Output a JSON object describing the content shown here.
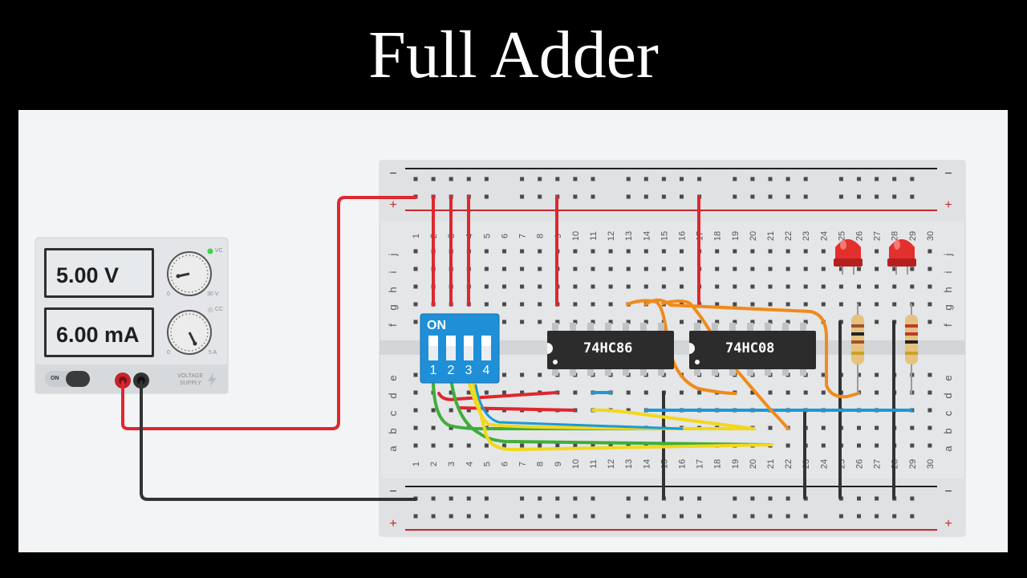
{
  "title": "Full Adder",
  "power_supply": {
    "voltage": "5.00 V",
    "current": "6.00 mA",
    "cv_label": "VC",
    "cc_label": "CC",
    "volt_knob_min": "0",
    "volt_knob_max": "30 V",
    "amp_knob_min": "0",
    "amp_knob_max": "5 A",
    "switch_label": "ON",
    "brand_line1": "VOLTAGE",
    "brand_line2": "SUPPLY"
  },
  "breadboard": {
    "rail_minus": "−",
    "rail_plus": "+",
    "column_numbers": [
      "1",
      "2",
      "3",
      "4",
      "5",
      "6",
      "7",
      "8",
      "9",
      "10",
      "11",
      "12",
      "13",
      "14",
      "15",
      "16",
      "17",
      "18",
      "19",
      "20",
      "21",
      "22",
      "23",
      "24",
      "25",
      "26",
      "27",
      "28",
      "29",
      "30"
    ],
    "row_labels_top": [
      "j",
      "i",
      "h",
      "g",
      "f"
    ],
    "row_labels_bottom": [
      "e",
      "d",
      "c",
      "b",
      "a"
    ]
  },
  "dip_switch": {
    "on_label": "ON",
    "positions": [
      "1",
      "2",
      "3",
      "4"
    ]
  },
  "chips": [
    {
      "label": "74HC86"
    },
    {
      "label": "74HC08"
    }
  ],
  "leds": [
    {
      "color": "red"
    },
    {
      "color": "red"
    }
  ],
  "colors": {
    "wire_red": "#e0262e",
    "wire_black": "#333333",
    "wire_green": "#3fad3a",
    "wire_yellow": "#f2d81c",
    "wire_blue": "#1a9ad6",
    "wire_orange": "#f08a1a",
    "dip_blue": "#1f8fd8",
    "chip_body": "#2c2c2c"
  }
}
